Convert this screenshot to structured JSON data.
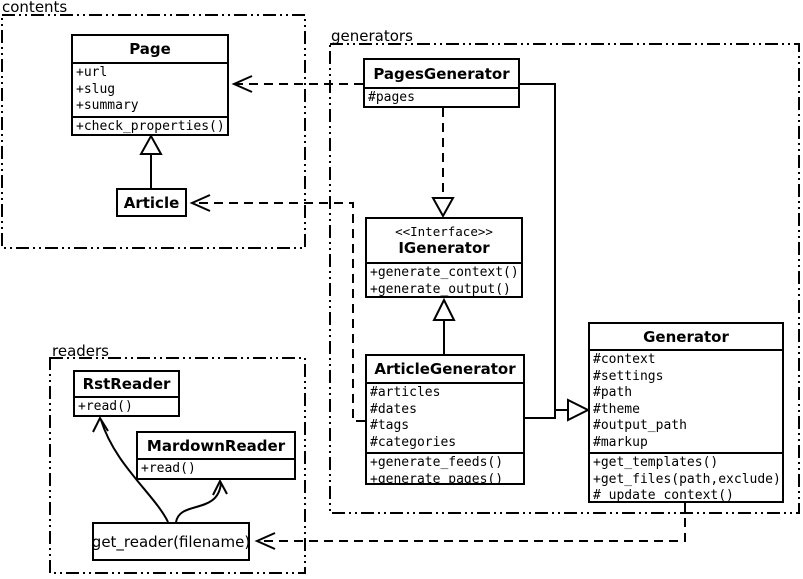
{
  "diagram": {
    "packages": {
      "contents": {
        "label": "contents"
      },
      "generators": {
        "label": "generators"
      },
      "readers": {
        "label": "readers"
      }
    },
    "classes": {
      "page": {
        "name": "Page",
        "attributes": [
          "+url",
          "+slug",
          "+summary"
        ],
        "methods": [
          "+check_properties()"
        ]
      },
      "article": {
        "name": "Article"
      },
      "pages_generator": {
        "name": "PagesGenerator",
        "attributes": [
          "#pages"
        ]
      },
      "igenerator": {
        "stereotype": "<<Interface>>",
        "name": "IGenerator",
        "methods": [
          "+generate_context()",
          "+generate_output()"
        ]
      },
      "article_generator": {
        "name": "ArticleGenerator",
        "attributes": [
          "#articles",
          "#dates",
          "#tags",
          "#categories"
        ],
        "methods": [
          "+generate_feeds()",
          "+generate_pages()"
        ]
      },
      "generator": {
        "name": "Generator",
        "attributes": [
          "#context",
          "#settings",
          "#path",
          "#theme",
          "#output_path",
          "#markup"
        ],
        "methods": [
          "+get_templates()",
          "+get_files(path,exclude)",
          "#_update_context()"
        ]
      },
      "rst_reader": {
        "name": "RstReader",
        "methods": [
          "+read()"
        ]
      },
      "mardown_reader": {
        "name": "MardownReader",
        "methods": [
          "+read()"
        ]
      },
      "get_reader": {
        "name": "get_reader(filename)"
      }
    },
    "relationships": [
      {
        "from": "Article",
        "to": "Page",
        "type": "generalization"
      },
      {
        "from": "PagesGenerator",
        "to": "Page",
        "type": "dependency"
      },
      {
        "from": "ArticleGenerator",
        "to": "Article",
        "type": "dependency"
      },
      {
        "from": "PagesGenerator",
        "to": "IGenerator",
        "type": "realization"
      },
      {
        "from": "ArticleGenerator",
        "to": "IGenerator",
        "type": "generalization"
      },
      {
        "from": "PagesGenerator",
        "to": "Generator",
        "type": "generalization"
      },
      {
        "from": "ArticleGenerator",
        "to": "Generator",
        "type": "generalization"
      },
      {
        "from": "Generator",
        "to": "get_reader(filename)",
        "type": "dependency"
      },
      {
        "from": "get_reader(filename)",
        "to": "RstReader",
        "type": "association"
      },
      {
        "from": "get_reader(filename)",
        "to": "MardownReader",
        "type": "association"
      }
    ],
    "colors": {
      "line": "#000000",
      "background": "#ffffff"
    }
  }
}
